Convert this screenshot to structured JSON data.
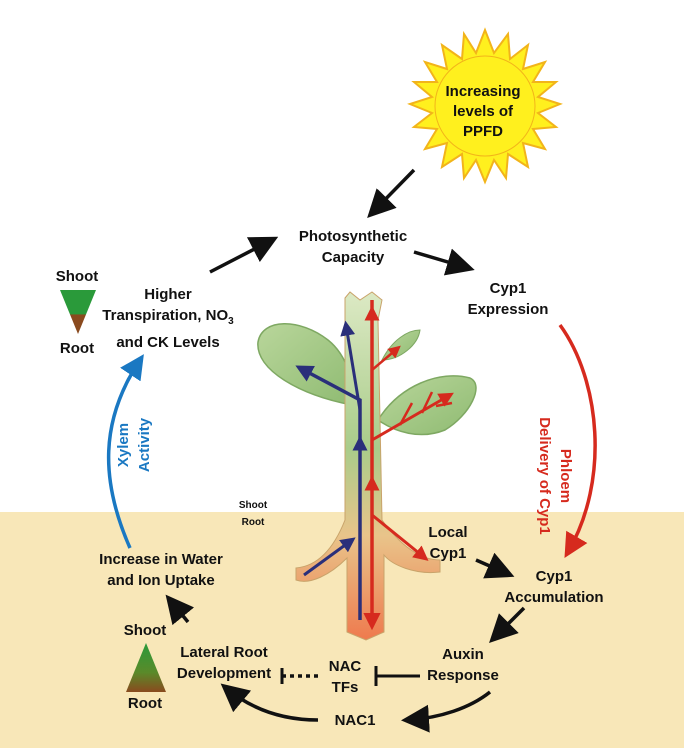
{
  "sun": {
    "line1": "Increasing",
    "line2": "levels of",
    "line3": "PPFD"
  },
  "photosynthetic": {
    "line1": "Photosynthetic",
    "line2": "Capacity"
  },
  "cyp1_expression": {
    "line1": "Cyp1",
    "line2": "Expression"
  },
  "phloem": {
    "line1": "Phloem",
    "line2": "Delivery of Cyp1"
  },
  "cyp1_accumulation": {
    "line1": "Cyp1",
    "line2": "Accumulation"
  },
  "local_cyp1": {
    "line1": "Local",
    "line2": "Cyp1"
  },
  "auxin": {
    "line1": "Auxin",
    "line2": "Response"
  },
  "nac_tfs": {
    "line1": "NAC",
    "line2": "TFs"
  },
  "nac1": "NAC1",
  "lateral_root": {
    "line1": "Lateral Root",
    "line2": "Development"
  },
  "water_uptake": {
    "line1": "Increase in Water",
    "line2": "and Ion Uptake"
  },
  "xylem": {
    "line1": "Xylem",
    "line2": "Activity"
  },
  "higher_transpiration": {
    "line1": "Higher",
    "line2": "Transpiration, NO",
    "line2_sub": "3",
    "line3": "and CK Levels"
  },
  "ratio_top": {
    "shoot": "Shoot",
    "root": "Root"
  },
  "ratio_bottom": {
    "shoot": "Shoot",
    "root": "Root"
  },
  "boundary": {
    "shoot": "Shoot",
    "root": "Root"
  },
  "colors": {
    "soil": "#f8e7b8",
    "phloem": "#d62a1e",
    "xylem": "#1a78c2",
    "sun": "#fff01e"
  }
}
